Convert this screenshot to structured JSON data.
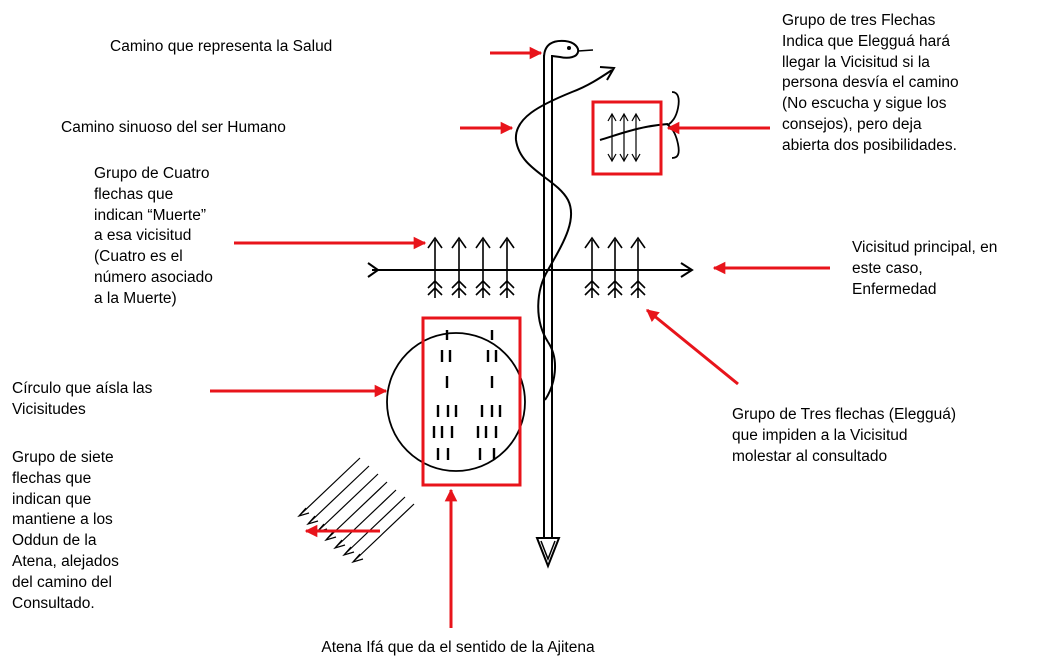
{
  "labels": {
    "salud": "Camino que representa la Salud",
    "sinuoso": "Camino sinuoso del ser Humano",
    "cuatro_flechas": "Grupo de Cuatro\nflechas que\nindican “Muerte”\na esa vicisitud\n(Cuatro es el\nnúmero asociado\na la Muerte)",
    "circulo": "Círculo que aísla las\nVicisitudes",
    "siete_flechas": "Grupo de siete\nflechas que\nindican que\nmantiene a los\nOddun de la\nAtena, alejados\ndel camino del\nConsultado.",
    "tres_flechas_top": "Grupo de tres Flechas\nIndica que Elegguá hará\nllegar la Vicisitud si la\npersona desvía el camino\n(No escucha y sigue los\nconsejos), pero deja\nabierta dos posibilidades.",
    "vicisitud_principal": "Vicisitud principal, en\neste caso,\nEnfermedad",
    "tres_flechas_eleggua": "Grupo de Tres flechas (Elegguá)\nque impiden a la Vicisitud\nmolestar al consultado",
    "atena": "Atena Ifá que da el sentido de la Ajitena"
  },
  "colors": {
    "annotation": "#e8141b",
    "ink": "#000000"
  }
}
